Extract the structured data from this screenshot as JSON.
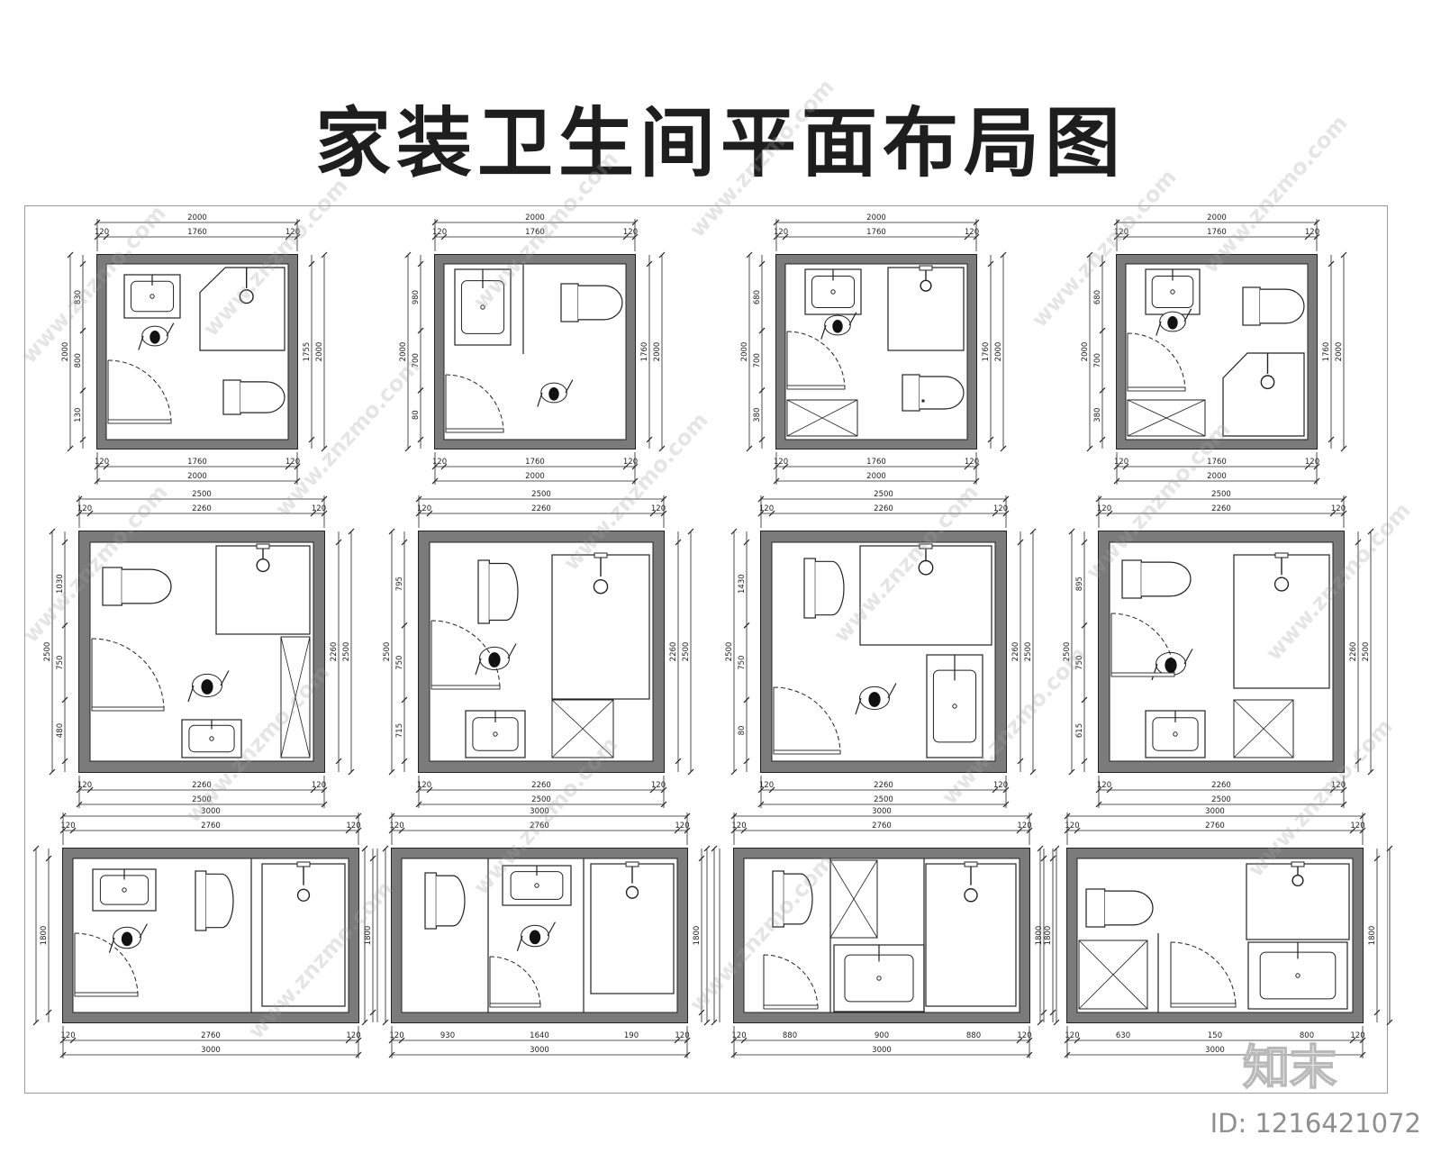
{
  "title": "家装卫生间平面布局图",
  "watermark": "www.znzmo.com",
  "brand": "知末",
  "id_label": "ID: 1216421072",
  "colors": {
    "wall": "#7b7b7b",
    "line": "#222222",
    "text": "#222222"
  },
  "rows": [
    {
      "top_total": "2000",
      "top_inner": "1760",
      "wall_dim": "120",
      "plans": [
        {
          "fixtures": [
            "basin",
            "person",
            "corner-shower",
            "toilet",
            "door"
          ],
          "side_dims": [
            "830",
            "800",
            "130"
          ],
          "right_inner": "1755",
          "right_total": "2000",
          "left_total": "2000",
          "bottom_inner": "1760",
          "bottom_total": "2000"
        },
        {
          "fixtures": [
            "basin",
            "toilet",
            "person",
            "door"
          ],
          "side_dims": [
            "980",
            "700",
            "80"
          ],
          "right_inner": "1760",
          "right_total": "2000",
          "left_total": "2000",
          "bottom_inner": "1760",
          "bottom_total": "2000"
        },
        {
          "fixtures": [
            "basin",
            "person",
            "shower",
            "toilet",
            "door",
            "cabinet"
          ],
          "side_dims": [
            "680",
            "700",
            "380"
          ],
          "right_inner": "1760",
          "right_total": "2000",
          "left_total": "2000",
          "bottom_inner": "1760",
          "bottom_total": "2000"
        },
        {
          "fixtures": [
            "basin",
            "person",
            "toilet",
            "corner-shower",
            "door",
            "cabinet"
          ],
          "side_dims": [
            "680",
            "700",
            "380"
          ],
          "right_inner": "1760",
          "right_total": "2000",
          "left_total": "2000",
          "bottom_inner": "1760",
          "bottom_total": "2000"
        }
      ]
    },
    {
      "top_total": "2500",
      "top_inner": "2260",
      "wall_dim": "120",
      "plans": [
        {
          "fixtures": [
            "toilet",
            "shower",
            "person",
            "basin",
            "door",
            "cabinet"
          ],
          "side_dims": [
            "1030",
            "750",
            "480"
          ],
          "right_inner": "2260",
          "right_total": "2500",
          "left_total": "2500",
          "bottom_inner": "2260",
          "bottom_total": "2500"
        },
        {
          "fixtures": [
            "toilet",
            "shower",
            "person",
            "basin",
            "door",
            "cabinet"
          ],
          "side_dims": [
            "795",
            "750",
            "715"
          ],
          "right_inner": "2260",
          "right_total": "2500",
          "left_total": "2500",
          "bottom_inner": "2260",
          "bottom_total": "2500"
        },
        {
          "fixtures": [
            "toilet",
            "shower",
            "person",
            "basin",
            "door"
          ],
          "side_dims": [
            "1430",
            "750",
            "80"
          ],
          "right_inner": "2260",
          "right_total": "2500",
          "left_total": "2500",
          "bottom_inner": "2260",
          "bottom_total": "2500"
        },
        {
          "fixtures": [
            "toilet",
            "shower",
            "person",
            "basin",
            "door",
            "cabinet"
          ],
          "side_dims": [
            "895",
            "750",
            "615"
          ],
          "right_inner": "2260",
          "right_total": "2500",
          "left_total": "2500",
          "bottom_inner": "2260",
          "bottom_total": "2500"
        }
      ]
    },
    {
      "top_total": "3000",
      "top_inner": "2760",
      "wall_dim": "120",
      "plans": [
        {
          "fixtures": [
            "basin",
            "person",
            "toilet",
            "shower",
            "door"
          ],
          "side_dims": [
            "1800"
          ],
          "right_inner": "1800",
          "bottom_inner": "2760",
          "bottom_total": "3000",
          "bottom_parts": []
        },
        {
          "fixtures": [
            "toilet",
            "basin",
            "person",
            "shower",
            "door"
          ],
          "side_dims": [],
          "right_inner": "1800",
          "bottom_inner": "",
          "bottom_total": "3000",
          "bottom_parts": [
            "930",
            "1640",
            "190"
          ]
        },
        {
          "fixtures": [
            "toilet",
            "cabinet",
            "basin",
            "shower",
            "door"
          ],
          "side_dims": [],
          "right_inner": "1800",
          "bottom_inner": "",
          "bottom_total": "3000",
          "bottom_parts": [
            "880",
            "900",
            "880"
          ]
        },
        {
          "fixtures": [
            "toilet",
            "cabinet",
            "shower",
            "basin",
            "door"
          ],
          "side_dims": [
            "1800"
          ],
          "right_inner": "1800",
          "bottom_inner": "",
          "bottom_total": "3000",
          "bottom_parts": [
            "630",
            "150",
            "800"
          ]
        }
      ]
    }
  ]
}
